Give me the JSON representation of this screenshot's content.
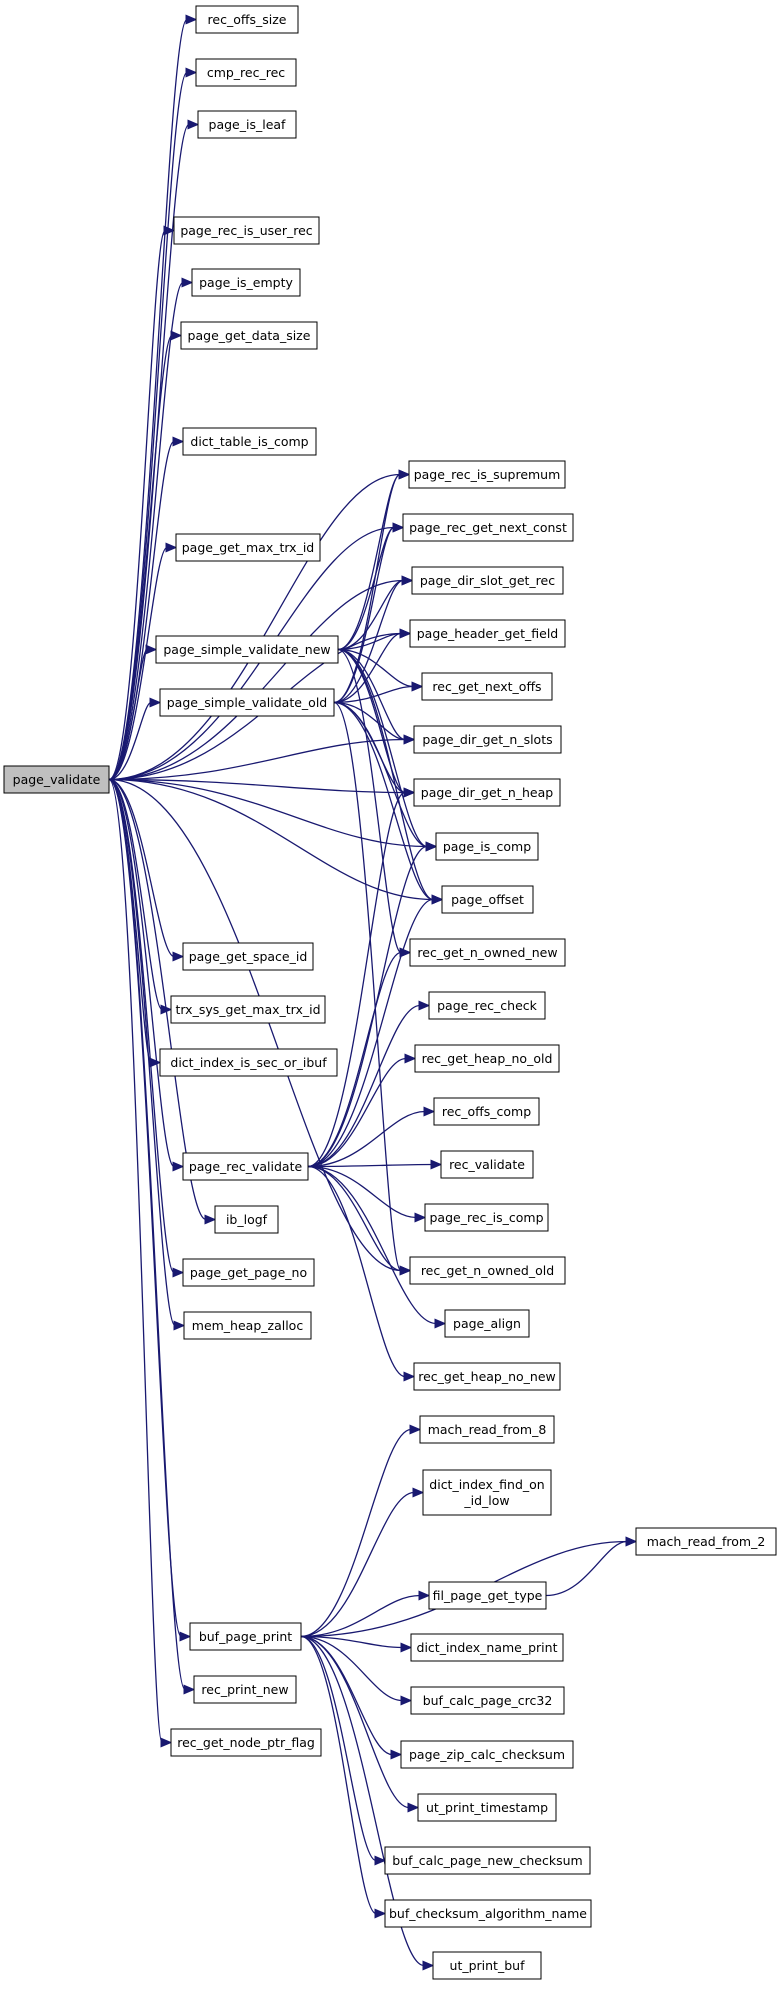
{
  "diagram": {
    "colors": {
      "edge": "#191970",
      "node_border": "#000000",
      "node_fill": "#ffffff",
      "root_fill": "#bfbfbf",
      "truncated_border": "#ff0000"
    },
    "nodes": [
      {
        "id": "page_validate",
        "lines": [
          "page_validate"
        ],
        "style": "root"
      },
      {
        "id": "rec_offs_size",
        "lines": [
          "rec_offs_size"
        ]
      },
      {
        "id": "cmp_rec_rec",
        "lines": [
          "cmp_rec_rec"
        ]
      },
      {
        "id": "page_is_leaf",
        "lines": [
          "page_is_leaf"
        ]
      },
      {
        "id": "page_rec_is_user_rec",
        "lines": [
          "page_rec_is_user_rec"
        ]
      },
      {
        "id": "page_is_empty",
        "lines": [
          "page_is_empty"
        ]
      },
      {
        "id": "page_get_data_size",
        "lines": [
          "page_get_data_size"
        ]
      },
      {
        "id": "dict_table_is_comp",
        "lines": [
          "dict_table_is_comp"
        ]
      },
      {
        "id": "page_get_max_trx_id",
        "lines": [
          "page_get_max_trx_id"
        ]
      },
      {
        "id": "page_simple_validate_new",
        "lines": [
          "page_simple_validate_new"
        ]
      },
      {
        "id": "page_simple_validate_old",
        "lines": [
          "page_simple_validate_old"
        ]
      },
      {
        "id": "page_get_space_id",
        "lines": [
          "page_get_space_id"
        ]
      },
      {
        "id": "trx_sys_get_max_trx_id",
        "lines": [
          "trx_sys_get_max_trx_id"
        ]
      },
      {
        "id": "dict_index_is_sec_or_ibuf",
        "lines": [
          "dict_index_is_sec_or_ibuf"
        ]
      },
      {
        "id": "page_rec_validate",
        "lines": [
          "page_rec_validate"
        ]
      },
      {
        "id": "ib_logf",
        "lines": [
          "ib_logf"
        ]
      },
      {
        "id": "page_get_page_no",
        "lines": [
          "page_get_page_no"
        ]
      },
      {
        "id": "mem_heap_zalloc",
        "lines": [
          "mem_heap_zalloc"
        ]
      },
      {
        "id": "buf_page_print",
        "lines": [
          "buf_page_print"
        ],
        "style": "truncated"
      },
      {
        "id": "rec_print_new",
        "lines": [
          "rec_print_new"
        ]
      },
      {
        "id": "rec_get_node_ptr_flag",
        "lines": [
          "rec_get_node_ptr_flag"
        ]
      },
      {
        "id": "page_rec_is_supremum",
        "lines": [
          "page_rec_is_supremum"
        ]
      },
      {
        "id": "page_rec_get_next_const",
        "lines": [
          "page_rec_get_next_const"
        ]
      },
      {
        "id": "page_dir_slot_get_rec",
        "lines": [
          "page_dir_slot_get_rec"
        ]
      },
      {
        "id": "page_header_get_field",
        "lines": [
          "page_header_get_field"
        ]
      },
      {
        "id": "rec_get_next_offs",
        "lines": [
          "rec_get_next_offs"
        ]
      },
      {
        "id": "page_dir_get_n_slots",
        "lines": [
          "page_dir_get_n_slots"
        ]
      },
      {
        "id": "page_dir_get_n_heap",
        "lines": [
          "page_dir_get_n_heap"
        ]
      },
      {
        "id": "page_is_comp",
        "lines": [
          "page_is_comp"
        ]
      },
      {
        "id": "page_offset",
        "lines": [
          "page_offset"
        ]
      },
      {
        "id": "rec_get_n_owned_new",
        "lines": [
          "rec_get_n_owned_new"
        ]
      },
      {
        "id": "page_rec_check",
        "lines": [
          "page_rec_check"
        ]
      },
      {
        "id": "rec_get_heap_no_old",
        "lines": [
          "rec_get_heap_no_old"
        ]
      },
      {
        "id": "rec_offs_comp",
        "lines": [
          "rec_offs_comp"
        ]
      },
      {
        "id": "rec_validate",
        "lines": [
          "rec_validate"
        ]
      },
      {
        "id": "page_rec_is_comp",
        "lines": [
          "page_rec_is_comp"
        ]
      },
      {
        "id": "rec_get_n_owned_old",
        "lines": [
          "rec_get_n_owned_old"
        ]
      },
      {
        "id": "page_align",
        "lines": [
          "page_align"
        ]
      },
      {
        "id": "rec_get_heap_no_new",
        "lines": [
          "rec_get_heap_no_new"
        ]
      },
      {
        "id": "mach_read_from_8",
        "lines": [
          "mach_read_from_8"
        ]
      },
      {
        "id": "dict_index_find_on_id_low",
        "lines": [
          "dict_index_find_on",
          "_id_low"
        ]
      },
      {
        "id": "mach_read_from_2",
        "lines": [
          "mach_read_from_2"
        ]
      },
      {
        "id": "fil_page_get_type",
        "lines": [
          "fil_page_get_type"
        ]
      },
      {
        "id": "dict_index_name_print",
        "lines": [
          "dict_index_name_print"
        ],
        "style": "truncated"
      },
      {
        "id": "buf_calc_page_crc32",
        "lines": [
          "buf_calc_page_crc32"
        ]
      },
      {
        "id": "page_zip_calc_checksum",
        "lines": [
          "page_zip_calc_checksum"
        ]
      },
      {
        "id": "ut_print_timestamp",
        "lines": [
          "ut_print_timestamp"
        ],
        "style": "truncated"
      },
      {
        "id": "buf_calc_page_new_checksum",
        "lines": [
          "buf_calc_page_new_checksum"
        ],
        "style": "truncated"
      },
      {
        "id": "buf_checksum_algorithm_name",
        "lines": [
          "buf_checksum_algorithm_name"
        ]
      },
      {
        "id": "ut_print_buf",
        "lines": [
          "ut_print_buf"
        ]
      }
    ],
    "edges": [
      [
        "page_validate",
        "rec_offs_size"
      ],
      [
        "page_validate",
        "cmp_rec_rec"
      ],
      [
        "page_validate",
        "page_is_leaf"
      ],
      [
        "page_validate",
        "page_rec_is_supremum"
      ],
      [
        "page_validate",
        "page_rec_is_user_rec"
      ],
      [
        "page_validate",
        "page_is_empty"
      ],
      [
        "page_validate",
        "page_get_data_size"
      ],
      [
        "page_validate",
        "page_rec_get_next_const"
      ],
      [
        "page_validate",
        "dict_table_is_comp"
      ],
      [
        "page_validate",
        "page_dir_slot_get_rec"
      ],
      [
        "page_validate",
        "page_get_max_trx_id"
      ],
      [
        "page_validate",
        "page_header_get_field"
      ],
      [
        "page_validate",
        "page_simple_validate_new"
      ],
      [
        "page_validate",
        "page_simple_validate_old"
      ],
      [
        "page_validate",
        "page_dir_get_n_slots"
      ],
      [
        "page_validate",
        "page_dir_get_n_heap"
      ],
      [
        "page_validate",
        "page_is_comp"
      ],
      [
        "page_validate",
        "page_offset"
      ],
      [
        "page_validate",
        "page_get_space_id"
      ],
      [
        "page_validate",
        "trx_sys_get_max_trx_id"
      ],
      [
        "page_validate",
        "dict_index_is_sec_or_ibuf"
      ],
      [
        "page_validate",
        "page_rec_validate"
      ],
      [
        "page_validate",
        "ib_logf"
      ],
      [
        "page_validate",
        "page_get_page_no"
      ],
      [
        "page_validate",
        "mem_heap_zalloc"
      ],
      [
        "page_validate",
        "rec_get_n_owned_old"
      ],
      [
        "page_validate",
        "buf_page_print"
      ],
      [
        "page_validate",
        "rec_print_new"
      ],
      [
        "page_validate",
        "rec_get_node_ptr_flag"
      ],
      [
        "page_simple_validate_new",
        "page_rec_is_supremum"
      ],
      [
        "page_simple_validate_new",
        "page_rec_get_next_const"
      ],
      [
        "page_simple_validate_new",
        "page_dir_slot_get_rec"
      ],
      [
        "page_simple_validate_new",
        "page_header_get_field"
      ],
      [
        "page_simple_validate_new",
        "rec_get_next_offs"
      ],
      [
        "page_simple_validate_new",
        "page_dir_get_n_slots"
      ],
      [
        "page_simple_validate_new",
        "page_dir_get_n_heap"
      ],
      [
        "page_simple_validate_new",
        "page_is_comp"
      ],
      [
        "page_simple_validate_new",
        "page_offset"
      ],
      [
        "page_simple_validate_new",
        "rec_get_n_owned_new"
      ],
      [
        "page_simple_validate_old",
        "page_rec_is_supremum"
      ],
      [
        "page_simple_validate_old",
        "page_rec_get_next_const"
      ],
      [
        "page_simple_validate_old",
        "page_dir_slot_get_rec"
      ],
      [
        "page_simple_validate_old",
        "page_header_get_field"
      ],
      [
        "page_simple_validate_old",
        "rec_get_next_offs"
      ],
      [
        "page_simple_validate_old",
        "page_dir_get_n_slots"
      ],
      [
        "page_simple_validate_old",
        "page_dir_get_n_heap"
      ],
      [
        "page_simple_validate_old",
        "page_is_comp"
      ],
      [
        "page_simple_validate_old",
        "page_offset"
      ],
      [
        "page_simple_validate_old",
        "rec_get_n_owned_old"
      ],
      [
        "page_rec_validate",
        "page_dir_get_n_heap"
      ],
      [
        "page_rec_validate",
        "page_is_comp"
      ],
      [
        "page_rec_validate",
        "page_offset"
      ],
      [
        "page_rec_validate",
        "rec_get_n_owned_new"
      ],
      [
        "page_rec_validate",
        "page_rec_check"
      ],
      [
        "page_rec_validate",
        "rec_get_heap_no_old"
      ],
      [
        "page_rec_validate",
        "rec_offs_comp"
      ],
      [
        "page_rec_validate",
        "rec_validate"
      ],
      [
        "page_rec_validate",
        "page_rec_is_comp"
      ],
      [
        "page_rec_validate",
        "rec_get_n_owned_old"
      ],
      [
        "page_rec_validate",
        "page_align"
      ],
      [
        "page_rec_validate",
        "rec_get_heap_no_new"
      ],
      [
        "buf_page_print",
        "mach_read_from_8"
      ],
      [
        "buf_page_print",
        "dict_index_find_on_id_low"
      ],
      [
        "buf_page_print",
        "mach_read_from_2"
      ],
      [
        "buf_page_print",
        "fil_page_get_type"
      ],
      [
        "buf_page_print",
        "dict_index_name_print"
      ],
      [
        "buf_page_print",
        "buf_calc_page_crc32"
      ],
      [
        "buf_page_print",
        "page_zip_calc_checksum"
      ],
      [
        "buf_page_print",
        "ut_print_timestamp"
      ],
      [
        "buf_page_print",
        "buf_calc_page_new_checksum"
      ],
      [
        "buf_page_print",
        "buf_checksum_algorithm_name"
      ],
      [
        "buf_page_print",
        "ut_print_buf"
      ],
      [
        "fil_page_get_type",
        "mach_read_from_2"
      ]
    ]
  }
}
